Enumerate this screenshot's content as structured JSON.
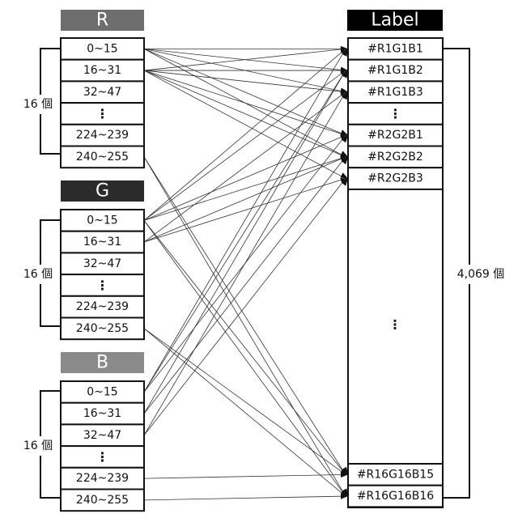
{
  "channels": [
    {
      "id": "r",
      "header": "R",
      "header_color": "#6e6e6e",
      "rows": [
        "0~15",
        "16~31",
        "32~47",
        "⋮",
        "224~239",
        "240~255"
      ],
      "count_label": "16 個"
    },
    {
      "id": "g",
      "header": "G",
      "header_color": "#2b2b2b",
      "rows": [
        "0~15",
        "16~31",
        "32~47",
        "⋮",
        "224~239",
        "240~255"
      ],
      "count_label": "16 個"
    },
    {
      "id": "b",
      "header": "B",
      "header_color": "#8a8a8a",
      "rows": [
        "0~15",
        "16~31",
        "32~47",
        "⋮",
        "224~239",
        "240~255"
      ],
      "count_label": "16 個"
    }
  ],
  "label_panel": {
    "header": "Label",
    "header_color": "#000000",
    "top_rows": [
      "#R1G1B1",
      "#R1G1B2",
      "#R1G1B3",
      "⋮",
      "#R2G2B1",
      "#R2G2B2",
      "#R2G2B3"
    ],
    "middle_dots": "⋮",
    "bottom_rows": [
      "#R16G16B15",
      "#R16G16B16"
    ],
    "count_label": "4,069 個"
  },
  "connections": [
    {
      "from": "r0",
      "to": "t0"
    },
    {
      "from": "r0",
      "to": "t1"
    },
    {
      "from": "r0",
      "to": "t2"
    },
    {
      "from": "r0",
      "to": "t4"
    },
    {
      "from": "r0",
      "to": "t5"
    },
    {
      "from": "r1",
      "to": "t0"
    },
    {
      "from": "r1",
      "to": "t1"
    },
    {
      "from": "r1",
      "to": "t2"
    },
    {
      "from": "r1",
      "to": "t4"
    },
    {
      "from": "r1",
      "to": "t5"
    },
    {
      "from": "r1",
      "to": "t6"
    },
    {
      "from": "r5",
      "to": "b0"
    },
    {
      "from": "r5",
      "to": "b1"
    },
    {
      "from": "g0",
      "to": "t0"
    },
    {
      "from": "g0",
      "to": "t1"
    },
    {
      "from": "g0",
      "to": "t4"
    },
    {
      "from": "g0",
      "to": "t5"
    },
    {
      "from": "g0",
      "to": "b0"
    },
    {
      "from": "g0",
      "to": "b1"
    },
    {
      "from": "g1",
      "to": "t2"
    },
    {
      "from": "g1",
      "to": "t5"
    },
    {
      "from": "g1",
      "to": "t6"
    },
    {
      "from": "g5",
      "to": "b0"
    },
    {
      "from": "g5",
      "to": "b1"
    },
    {
      "from": "b0",
      "to": "t0"
    },
    {
      "from": "b0",
      "to": "t1"
    },
    {
      "from": "b0",
      "to": "t4"
    },
    {
      "from": "b1",
      "to": "t1"
    },
    {
      "from": "b1",
      "to": "t5"
    },
    {
      "from": "b2",
      "to": "t2"
    },
    {
      "from": "b2",
      "to": "t6"
    },
    {
      "from": "b4",
      "to": "b0"
    },
    {
      "from": "b5",
      "to": "b1"
    }
  ]
}
